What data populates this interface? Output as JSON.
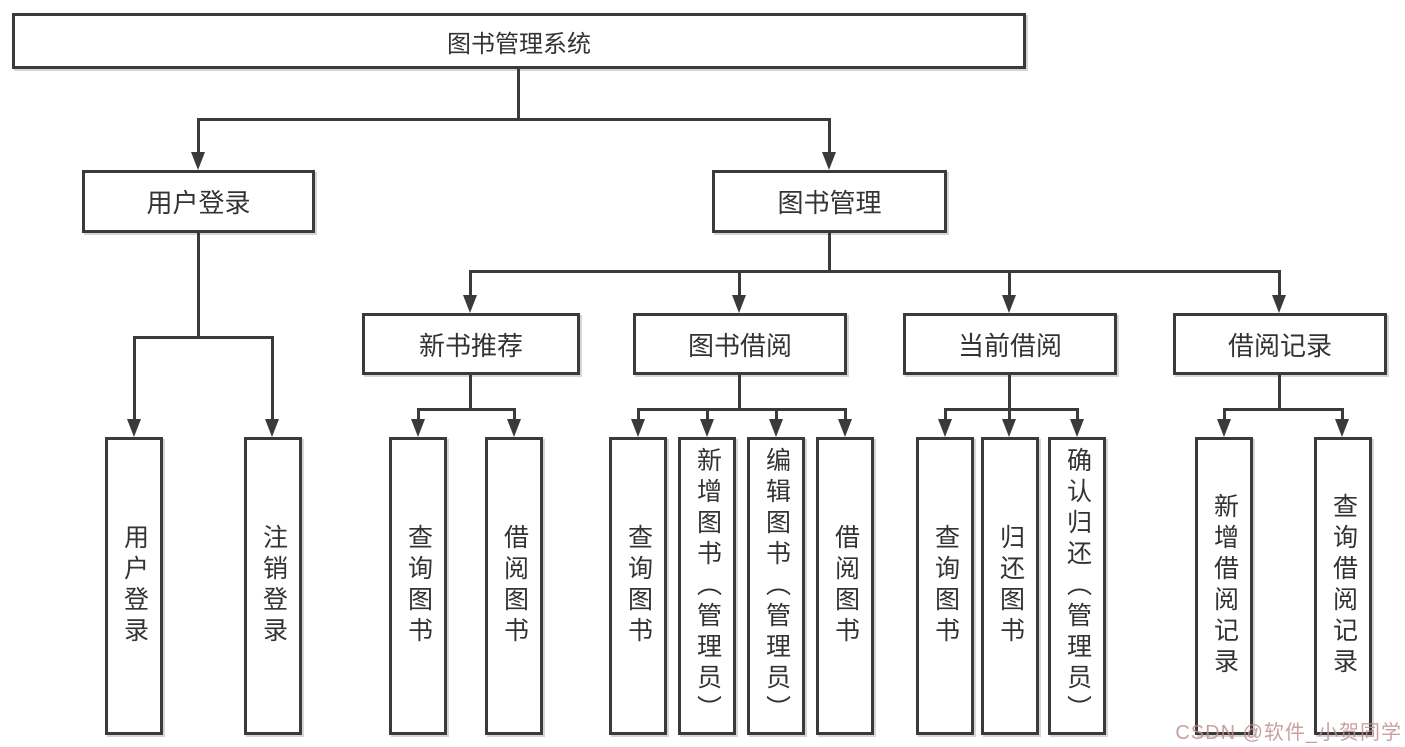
{
  "tree": {
    "root": {
      "label": "图书管理系统"
    },
    "branches": [
      {
        "label": "用户登录",
        "children": [
          "用户登录",
          "注销登录"
        ]
      },
      {
        "label": "图书管理",
        "groups": [
          {
            "label": "新书推荐",
            "children": [
              "查询图书",
              "借阅图书"
            ]
          },
          {
            "label": "图书借阅",
            "children": [
              "查询图书",
              "新增图书（管理员）",
              "编辑图书（管理员）",
              "借阅图书"
            ]
          },
          {
            "label": "当前借阅",
            "children": [
              "查询图书",
              "归还图书",
              "确认归还（管理员）"
            ]
          },
          {
            "label": "借阅记录",
            "children": [
              "新增借阅记录",
              "查询借阅记录"
            ]
          }
        ]
      }
    ]
  },
  "watermark": "CSDN @软件_小贺同学",
  "colors": {
    "line": "#3a3a3a",
    "text": "#333333",
    "watermark": "#c19191"
  }
}
